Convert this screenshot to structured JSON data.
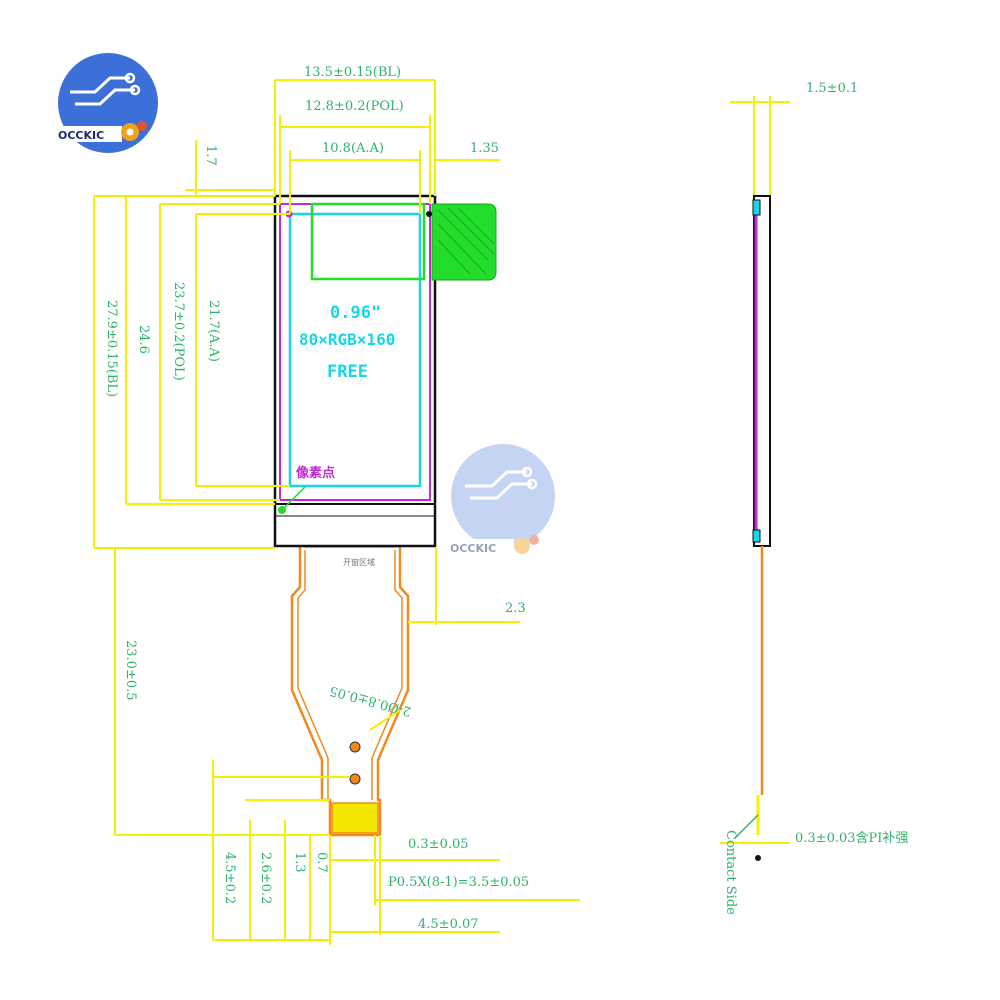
{
  "logo": {
    "text": "OCCKIC"
  },
  "watermark": {
    "text": "OCCKIC"
  },
  "screen": {
    "size_label": "0.96\"",
    "resolution_label": "80×RGB×160",
    "mode_label": "FREE",
    "pixel_point_label": "像素点",
    "window_label": "开窗区域"
  },
  "dimensions": {
    "top_bl": "13.5±0.15(BL)",
    "top_pol": "12.8±0.2(POL)",
    "top_aa": "10.8(A.A)",
    "right_135": "1.35",
    "left_17": "1.7",
    "height_bl": "27.9±0.15(BL)",
    "height_246": "24.6",
    "height_pol": "23.7±0.2(POL)",
    "height_aa": "21.7(A.A)",
    "fpc_23": "2.3",
    "fpc_length": "23.0±0.5",
    "hole": "2-Ø0.8±0.05",
    "pin_width": "0.3±0.05",
    "pitch": "P0.5X(8-1)=3.5±0.05",
    "fpc_width": "4.5±0.07",
    "bottom_45": "4.5±0.2",
    "bottom_26": "2.6±0.2",
    "bottom_13": "1.3",
    "bottom_07": "0.7",
    "side_thickness": "1.5±0.1",
    "side_pi": "0.3±0.03含PI补强",
    "contact_side": "Contact Side"
  },
  "colors": {
    "dimension_line": "#f3f000",
    "dimension_text": "#2fb36a",
    "active_area": "#19d6e6",
    "polarizer": "#c02bd6",
    "fpc": "#f08a1e",
    "ic_block": "#22dd2a",
    "frame": "#111111",
    "logo_circle": "#3d6fd9"
  }
}
